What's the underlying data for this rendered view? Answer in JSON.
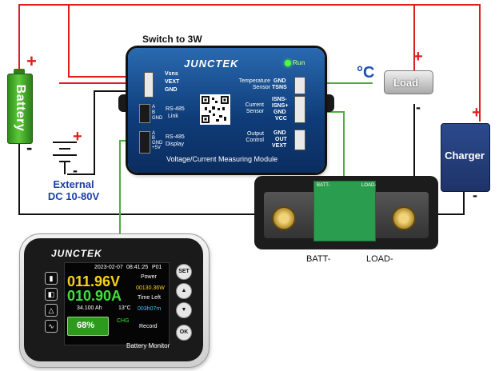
{
  "title": "Switch to 3W",
  "battery": {
    "label": "Battery",
    "plus": "+",
    "minus": "-"
  },
  "external": {
    "label_line1": "External",
    "label_line2": "DC 10-80V",
    "plus": "+",
    "minus": "-"
  },
  "module": {
    "brand": "JUNCTEK",
    "run": "Run",
    "power_pins": [
      "Vsns",
      "VEXT",
      "GND"
    ],
    "rs485_link": {
      "title": "RS-485",
      "subtitle": "Link",
      "pins": [
        "A",
        "B",
        "GND"
      ]
    },
    "rs485_display": {
      "title": "RS-485",
      "subtitle": "Display",
      "pins": [
        "A",
        "B",
        "GND",
        "+5V"
      ]
    },
    "temp_section": "Temperature\nSensor",
    "temp_pins": [
      "GND",
      "TSNS"
    ],
    "current_section": "Current\nSensor",
    "current_pins": [
      "ISNS-",
      "ISNS+",
      "GND",
      "VCC"
    ],
    "output_section": "Output\nControl",
    "output_pins": [
      "GND",
      "OUT",
      "VEXT"
    ],
    "footer": "Voltage/Current Measuring Module"
  },
  "temp_symbol": "°C",
  "load": {
    "label": "Load",
    "plus": "+",
    "minus": "-"
  },
  "charger": {
    "label": "Charger",
    "plus": "+",
    "minus": "-"
  },
  "shunt": {
    "batt_pcb": "BATT-",
    "load_pcb": "LOAD-",
    "batt_label": "BATT-",
    "load_label": "LOAD-"
  },
  "display": {
    "brand": "JUNCTEK",
    "date": "2023-02-07",
    "time": "08:41:25",
    "page": "P01",
    "voltage": "011.96V",
    "current": "010.90A",
    "power_label": "Power",
    "power_value": "00130.36W",
    "time_left_label": "Time Left",
    "time_left_value": "003h07m",
    "capacity": "34.100 Ah",
    "temperature": "13°C",
    "percent": "68%",
    "chg": "CHG",
    "record": "Record",
    "footer": "Battery Monitor",
    "buttons": [
      "SET",
      "OK"
    ]
  },
  "colors": {
    "positive_wire": "#e01d1d",
    "negative_wire": "#111111",
    "signal_wire": "#4caf3c"
  }
}
